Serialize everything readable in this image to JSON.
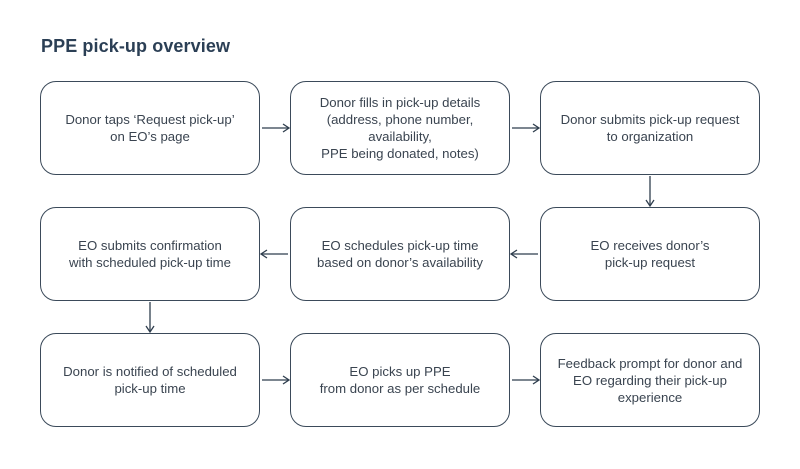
{
  "title": "PPE pick-up overview",
  "steps": [
    {
      "label": "Donor taps ‘Request pick-up’\non EO’s page"
    },
    {
      "label": "Donor fills in pick-up details\n(address, phone number,\navailability,\nPPE being donated, notes)"
    },
    {
      "label": "Donor submits pick-up request\nto organization"
    },
    {
      "label": "EO receives donor’s\npick-up request"
    },
    {
      "label": "EO schedules pick-up time\nbased on donor’s availability"
    },
    {
      "label": "EO submits confirmation\nwith scheduled pick-up time"
    },
    {
      "label": "Donor is notified of scheduled\npick-up time"
    },
    {
      "label": "EO picks up PPE\nfrom donor as per schedule"
    },
    {
      "label": "Feedback prompt for donor and\nEO regarding their pick-up\nexperience"
    }
  ]
}
